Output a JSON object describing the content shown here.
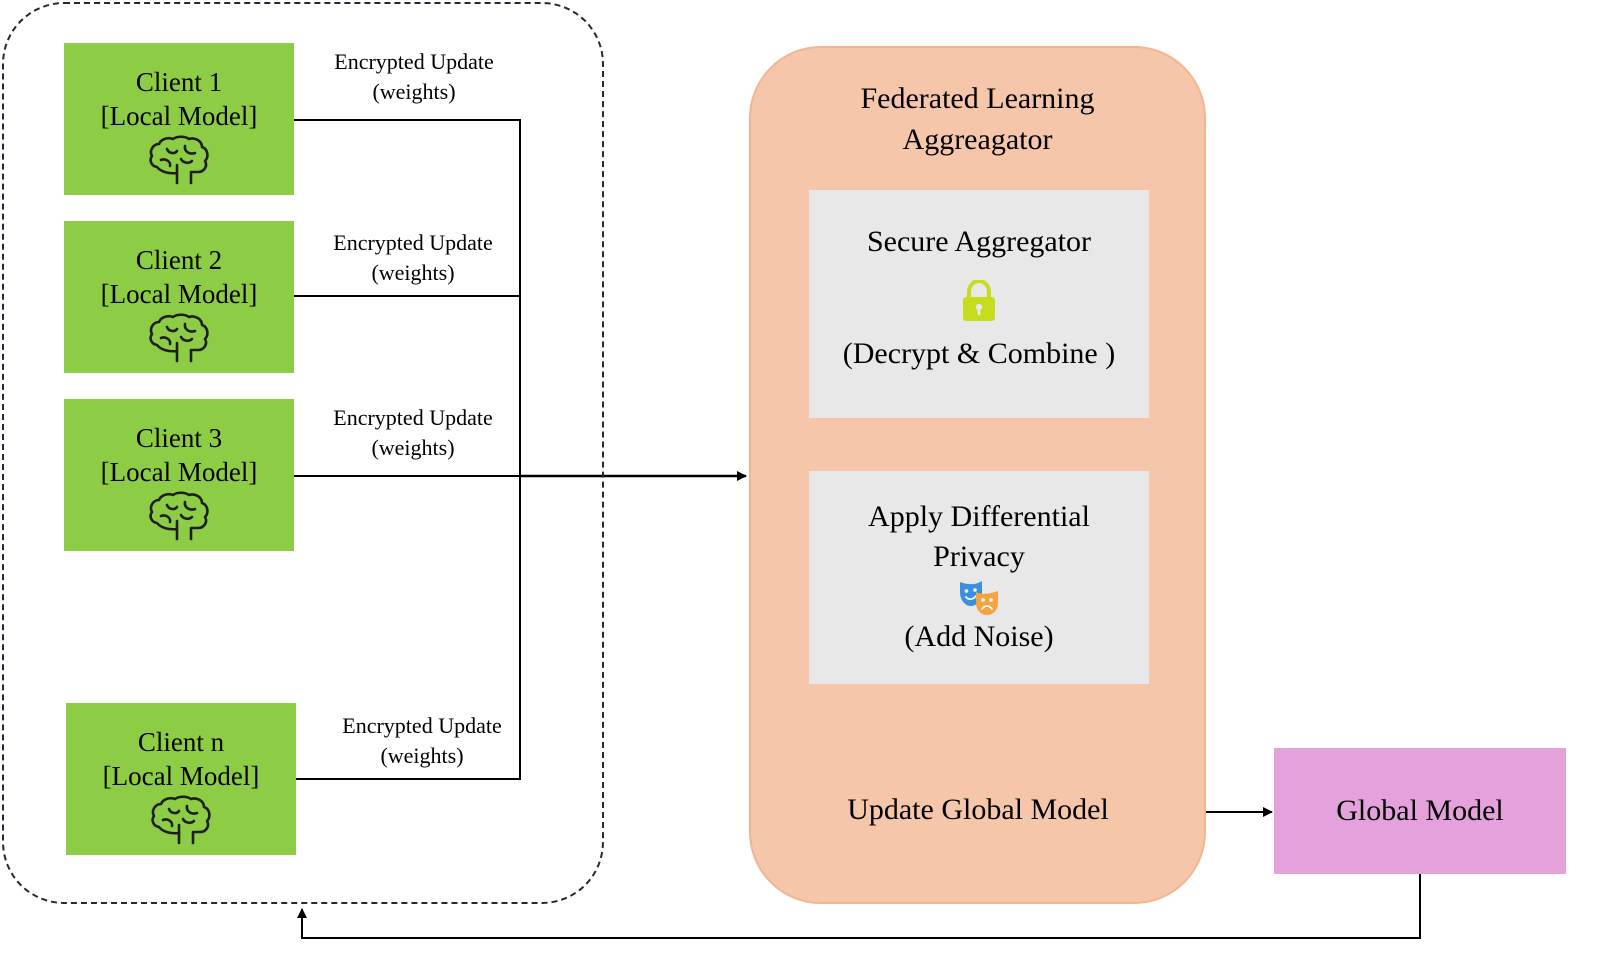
{
  "clients": [
    {
      "name": "Client 1",
      "model": "[Local Model]",
      "icon": "brain-icon"
    },
    {
      "name": "Client 2",
      "model": "[Local Model]",
      "icon": "brain-icon"
    },
    {
      "name": "Client 3",
      "model": "[Local Model]",
      "icon": "brain-icon"
    },
    {
      "name": "Client n",
      "model": "[Local Model]",
      "icon": "brain-icon"
    }
  ],
  "edge_labels": [
    {
      "line1": "Encrypted Update",
      "line2": "(weights)"
    },
    {
      "line1": "Encrypted Update",
      "line2": "(weights)"
    },
    {
      "line1": "Encrypted Update",
      "line2": "(weights)"
    },
    {
      "line1": "Encrypted Update",
      "line2": "(weights)"
    }
  ],
  "aggregator": {
    "title_line1": "Federated Learning",
    "title_line2": "Aggreagator",
    "secure": {
      "title": "Secure Aggregator",
      "detail": "(Decrypt & Combine )",
      "icon": "lock-icon"
    },
    "privacy": {
      "title_line1": "Apply Differential",
      "title_line2": "Privacy",
      "detail": "(Add Noise)",
      "icon": "theater-masks-icon"
    },
    "update_label": "Update Global Model"
  },
  "global_model": {
    "label": "Global Model"
  },
  "colors": {
    "client_fill": "#8dcd46",
    "aggregator_fill": "#f6c6aa",
    "step_fill": "#e8e8e8",
    "global_fill": "#e4a1dc",
    "lock": "#c7dc1c"
  }
}
